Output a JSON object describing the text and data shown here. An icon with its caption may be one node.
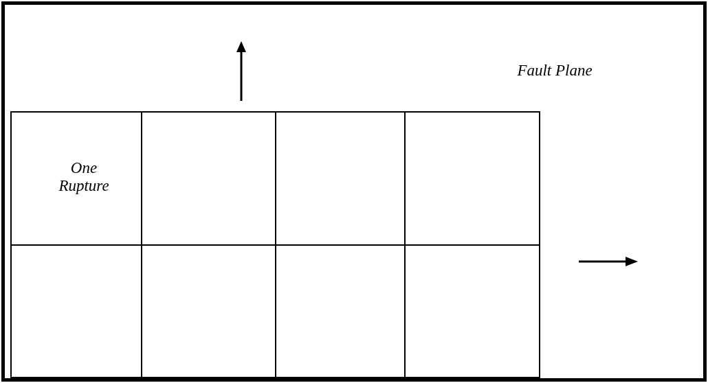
{
  "diagram": {
    "nodes": [
      {
        "text": [
          "Fault Plane"
        ]
      },
      {
        "text": [
          "One Rupture"
        ],
        "in": 0
      },
      {
        "text": [],
        "shape": "box",
        "in": 0
      },
      {
        "text": [],
        "shape": "box",
        "in": 0
      },
      {
        "text": [],
        "shape": "box",
        "in": 0
      },
      {
        "text": [],
        "shape": "box",
        "in": 0
      },
      {
        "text": [],
        "shape": "box",
        "in": 0
      },
      {
        "text": [],
        "shape": "box",
        "in": 0
      },
      {
        "text": [],
        "shape": "box",
        "in": 0
      }
    ]
  }
}
